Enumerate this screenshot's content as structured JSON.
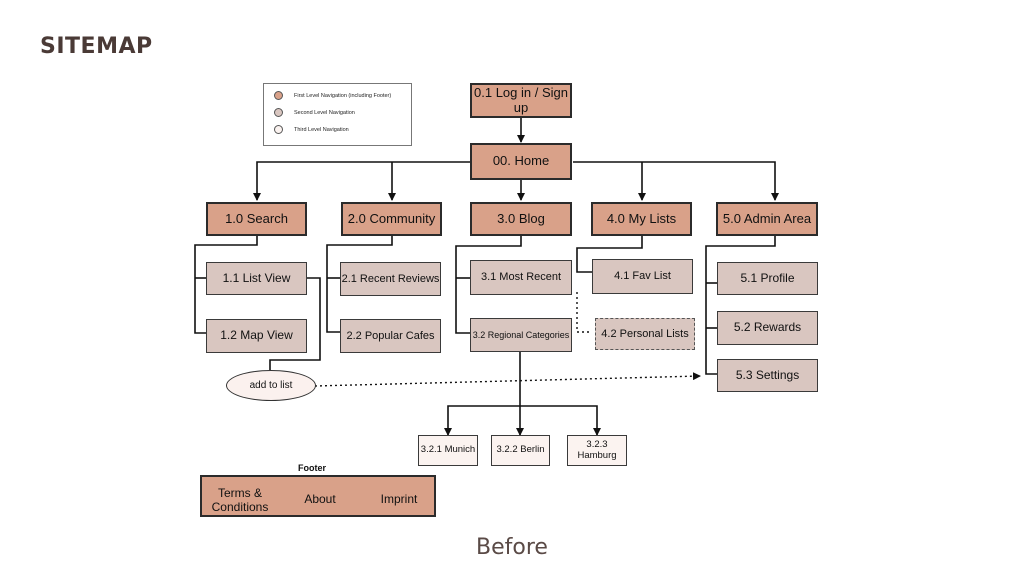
{
  "title": "SITEMAP",
  "caption": "Before",
  "legend": {
    "first": "First Level Navigation (including Footer)",
    "second": "Second Level Navigation",
    "third": "Third Level Navigation"
  },
  "colors": {
    "level1": "#d9a189",
    "level2": "#d9c6c0",
    "level3": "#fbf3f0"
  },
  "nodes": {
    "login": "0.1 Log in / Sign up",
    "home": "00. Home",
    "search": "1.0 Search",
    "community": "2.0 Community",
    "blog": "3.0 Blog",
    "mylists": "4.0 My Lists",
    "admin": "5.0 Admin Area",
    "listview": "1.1 List View",
    "mapview": "1.2 Map View",
    "recentreviews": "2.1 Recent Reviews",
    "popularcafes": "2.2 Popular Cafes",
    "mostrecent": "3.1 Most Recent",
    "regional": "3.2 Regional Categories",
    "favlist": "4.1 Fav List",
    "personallists": "4.2 Personal Lists",
    "profile": "5.1 Profile",
    "rewards": "5.2 Rewards",
    "settings": "5.3 Settings",
    "munich": "3.2.1 Munich",
    "berlin": "3.2.2 Berlin",
    "hamburg": "3.2.3 Hamburg",
    "addtolist": "add to list"
  },
  "footer": {
    "title": "Footer",
    "terms": "Terms & Conditions",
    "about": "About",
    "imprint": "Imprint"
  }
}
